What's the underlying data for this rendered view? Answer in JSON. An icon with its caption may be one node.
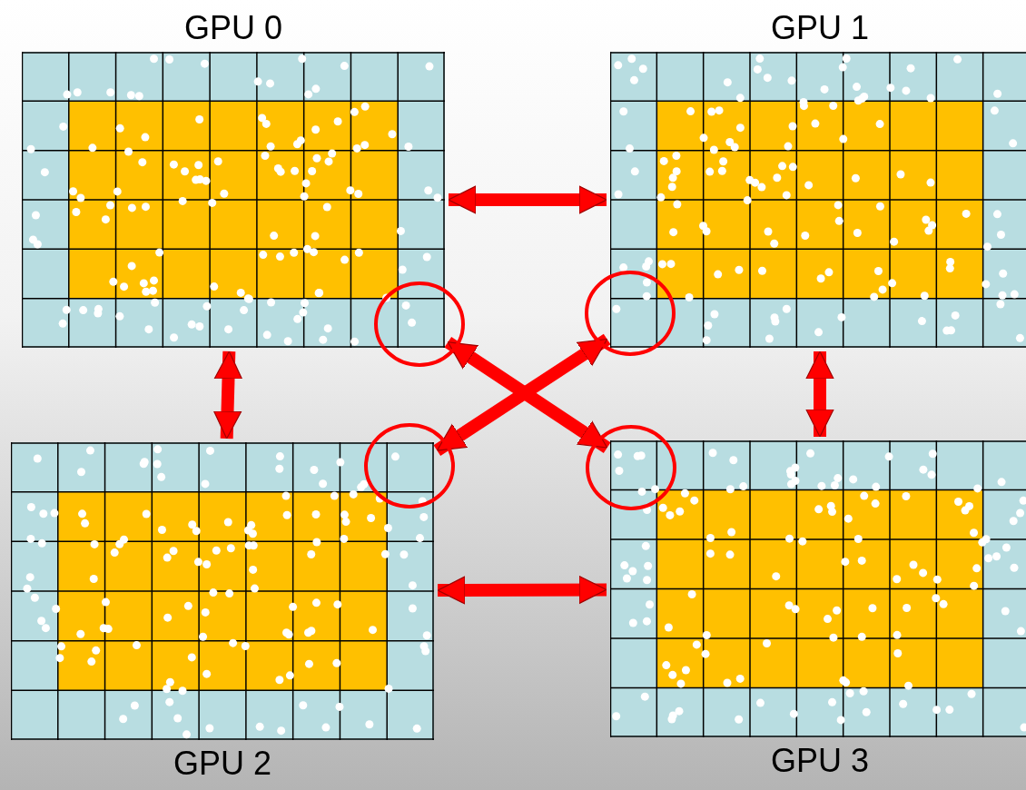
{
  "diagram": {
    "nodes": [
      {
        "text": [
          "GPU 0"
        ]
      },
      {
        "text": [
          "GPU 1"
        ]
      },
      {
        "text": [
          "GPU 2"
        ]
      },
      {
        "text": [
          "GPU 3"
        ]
      }
    ],
    "edges": [
      {
        "from": 0,
        "to": 1,
        "arrow": "both"
      },
      {
        "from": 0,
        "to": 2,
        "arrow": "both"
      },
      {
        "from": 1,
        "to": 3,
        "arrow": "both"
      },
      {
        "from": 0,
        "to": 3,
        "arrow": "both"
      },
      {
        "from": 2,
        "to": 1,
        "arrow": "both"
      },
      {
        "from": 2,
        "to": 3,
        "arrow": "both"
      }
    ]
  }
}
